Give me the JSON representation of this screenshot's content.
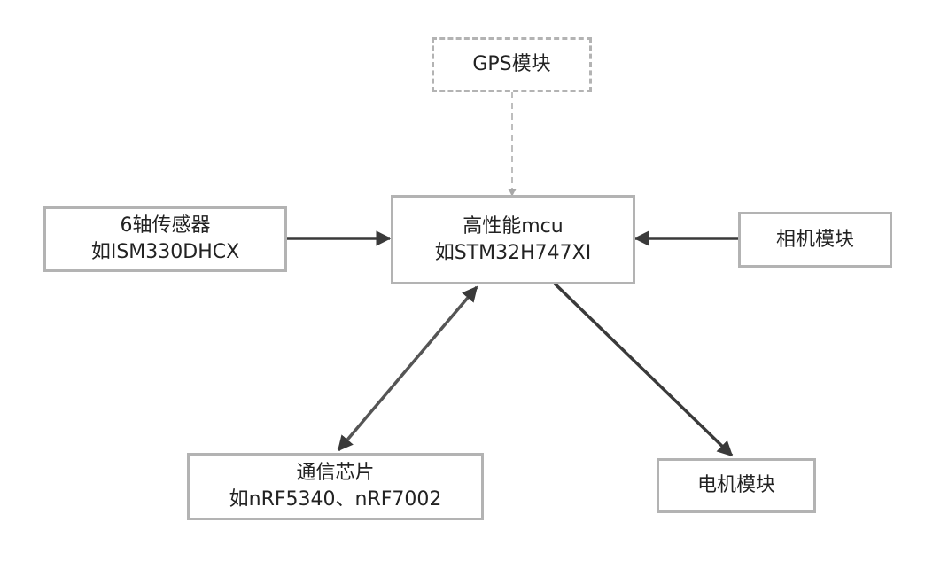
{
  "nodes": {
    "gps": {
      "line1": "GPS模块"
    },
    "imu": {
      "line1": "6轴传感器",
      "line2": "如ISM330DHCX"
    },
    "mcu": {
      "line1": "高性能mcu",
      "line2": "如STM32H747XI"
    },
    "camera": {
      "line1": "相机模块"
    },
    "comm": {
      "line1": "通信芯片",
      "line2": "如nRF5340、nRF7002"
    },
    "motor": {
      "line1": "电机模块"
    }
  },
  "colors": {
    "box_border": "#b3b3b3",
    "arrow_solid": "#3a3a3a",
    "arrow_dashed": "#a8a8a8"
  }
}
